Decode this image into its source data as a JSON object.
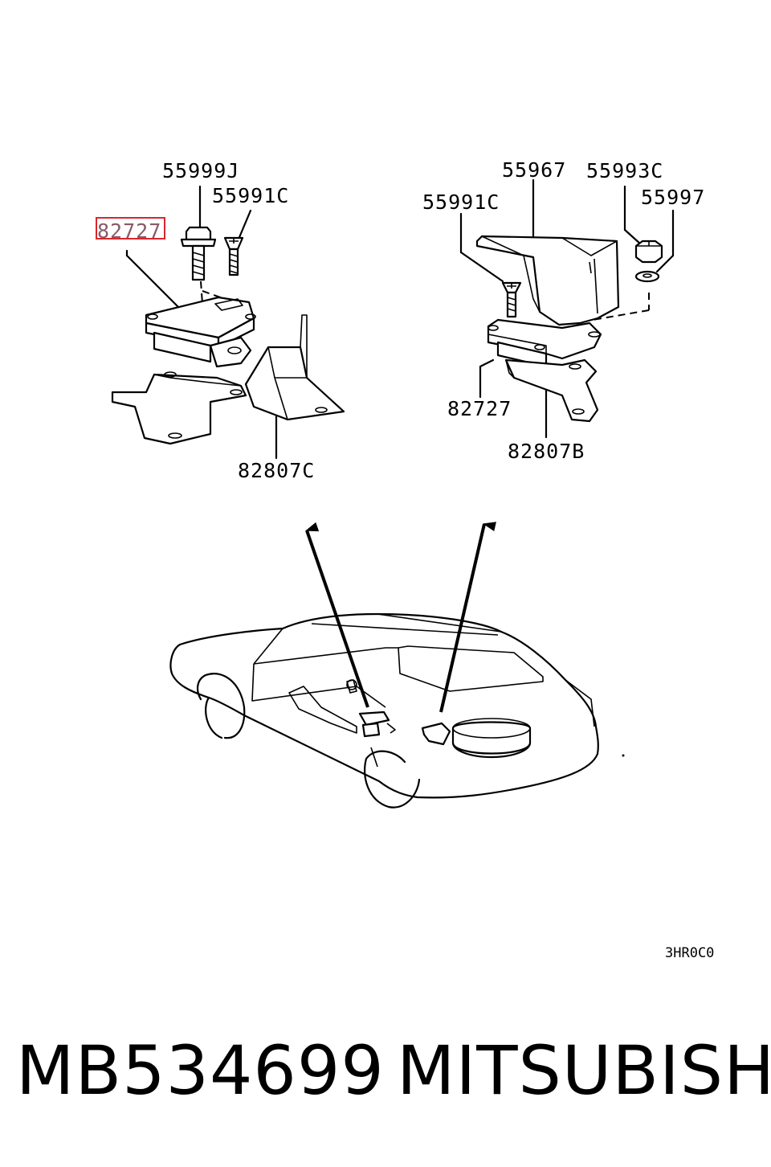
{
  "labels": {
    "left_bolt": "55999J",
    "left_screw": "55991C",
    "left_sensor": "82727",
    "left_bracket": "82807C",
    "right_cover": "55967",
    "right_nut": "55993C",
    "right_washer": "55997",
    "right_screw": "55991C",
    "right_sensor": "82727",
    "right_bracket": "82807B"
  },
  "diagram_code": "3HR0C0",
  "caption": {
    "part_number": "MB534699",
    "brand": "MITSUBISHI"
  },
  "colors": {
    "highlight_box": "#d9262c",
    "highlight_text": "#8a5a66"
  }
}
